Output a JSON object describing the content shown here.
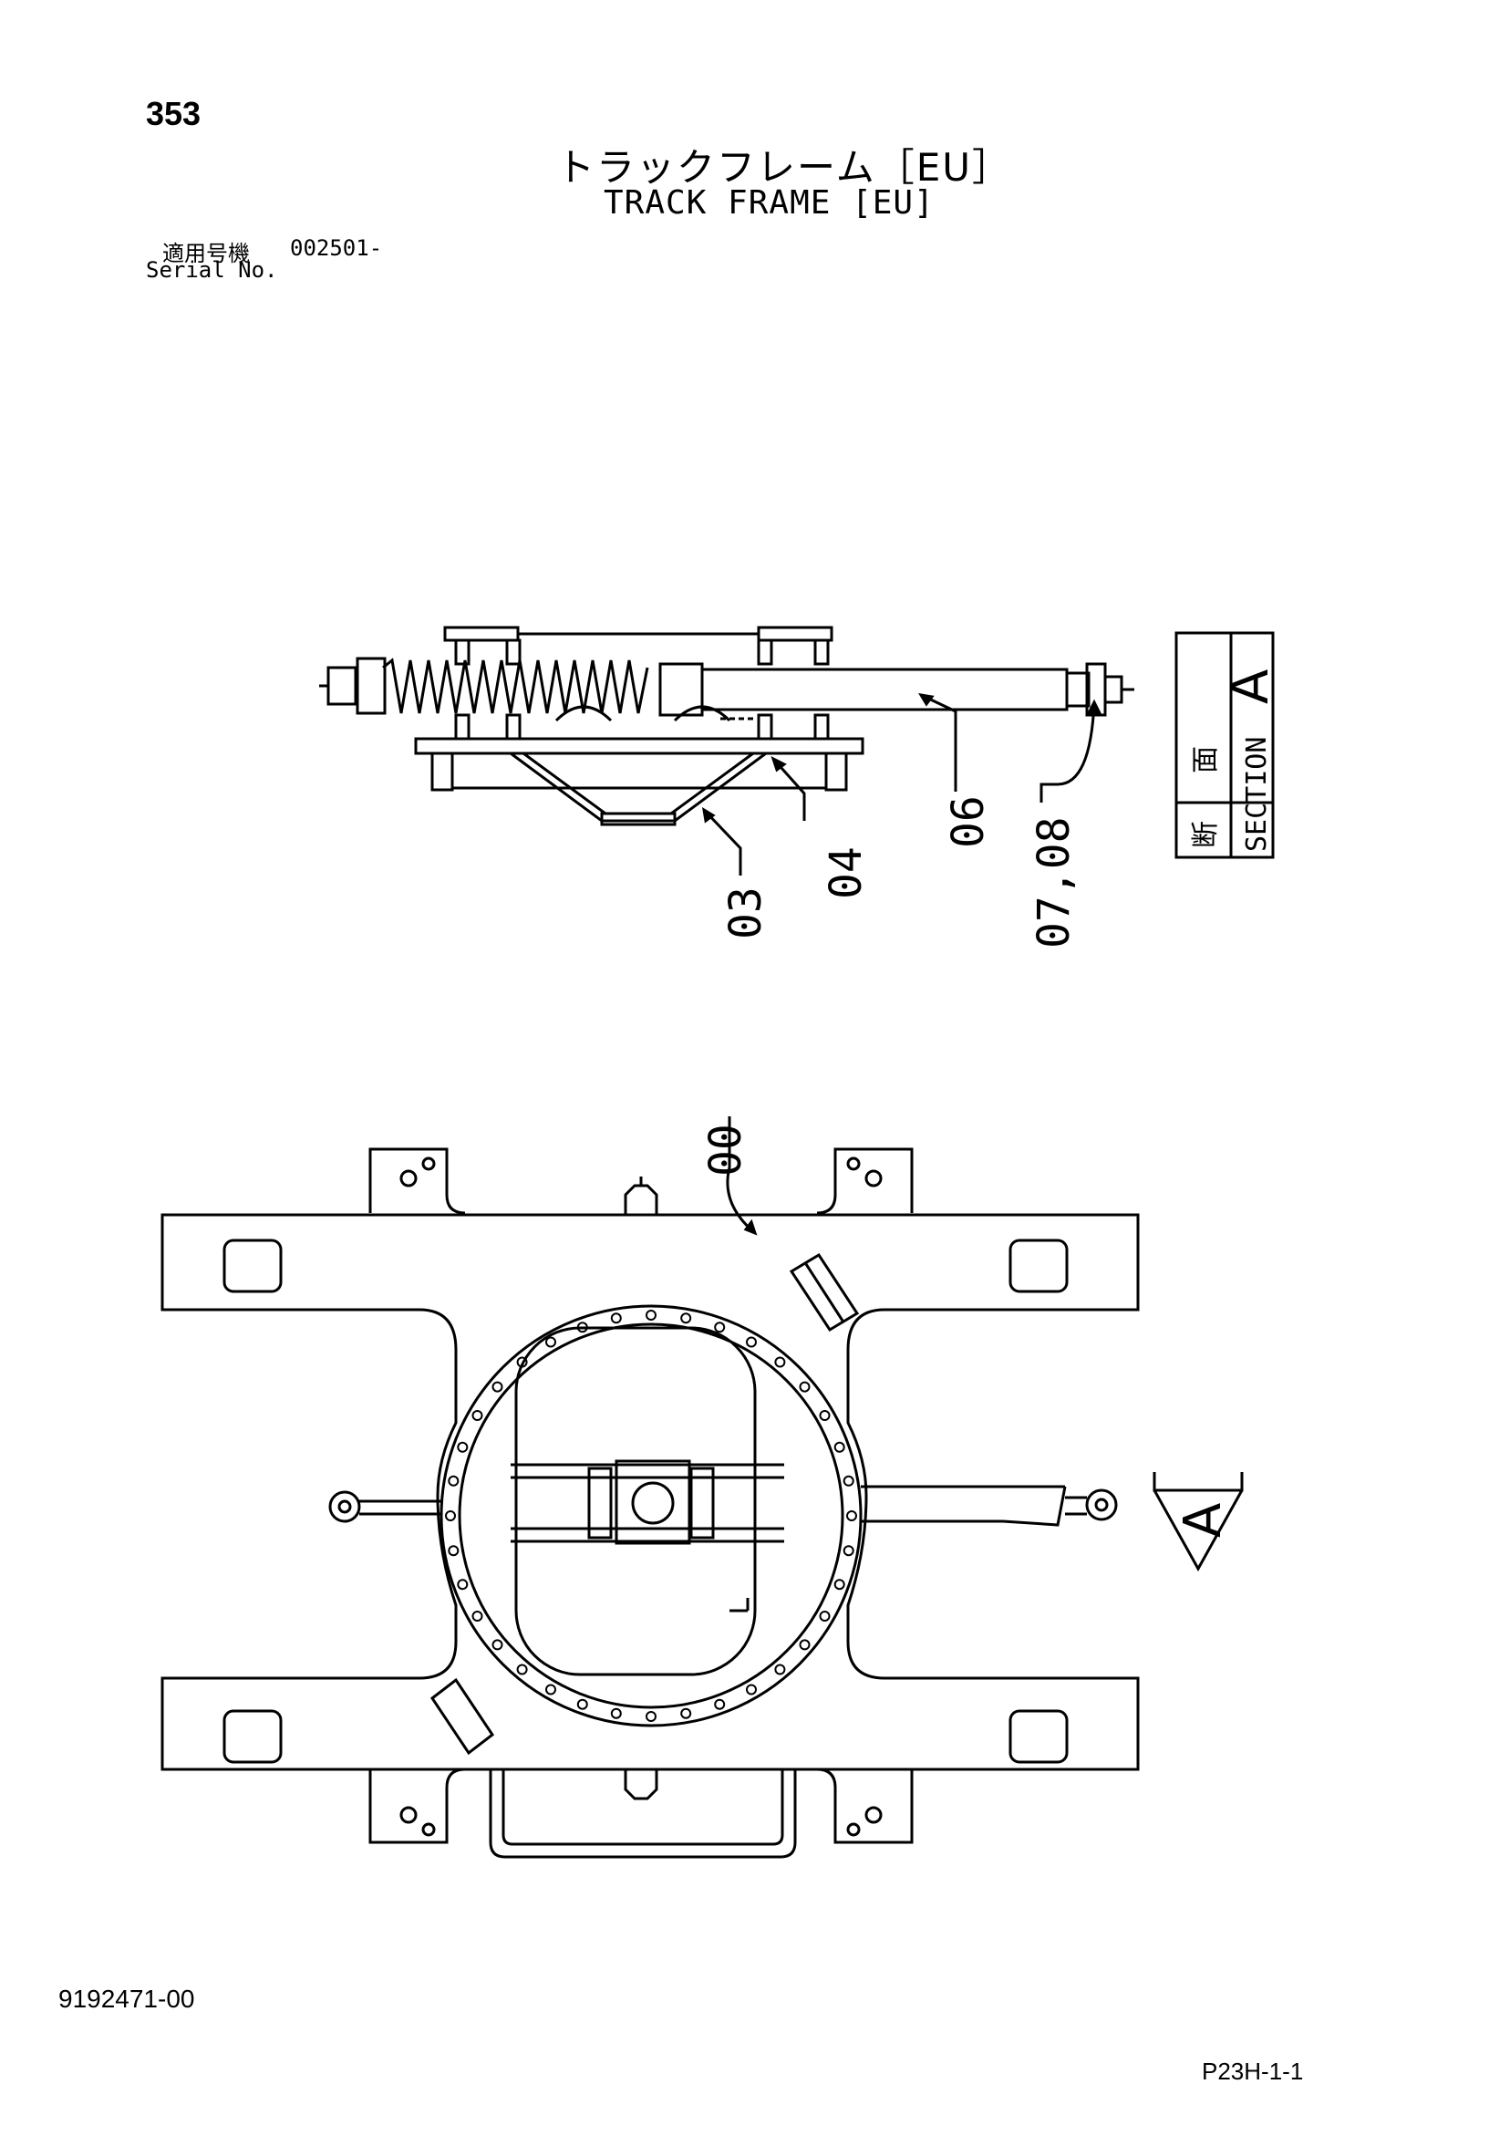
{
  "header": {
    "page_number": "353",
    "title_jp": "トラックフレーム［EU］",
    "title_en": "TRACK FRAME [EU]",
    "serial_label_jp": "適用号機",
    "serial_value": "002501-",
    "serial_label_en": "Serial No."
  },
  "section_view": {
    "callouts": [
      "03",
      "04",
      "06",
      "07,08"
    ],
    "section_box": {
      "jp_1": "断",
      "jp_2": "面",
      "en": "SECTION",
      "letter": "A"
    }
  },
  "plan_view": {
    "callout": "00",
    "arrow_letter": "A"
  },
  "footer": {
    "doc_number": "9192471-00",
    "page_code": "P23H-1-1"
  }
}
